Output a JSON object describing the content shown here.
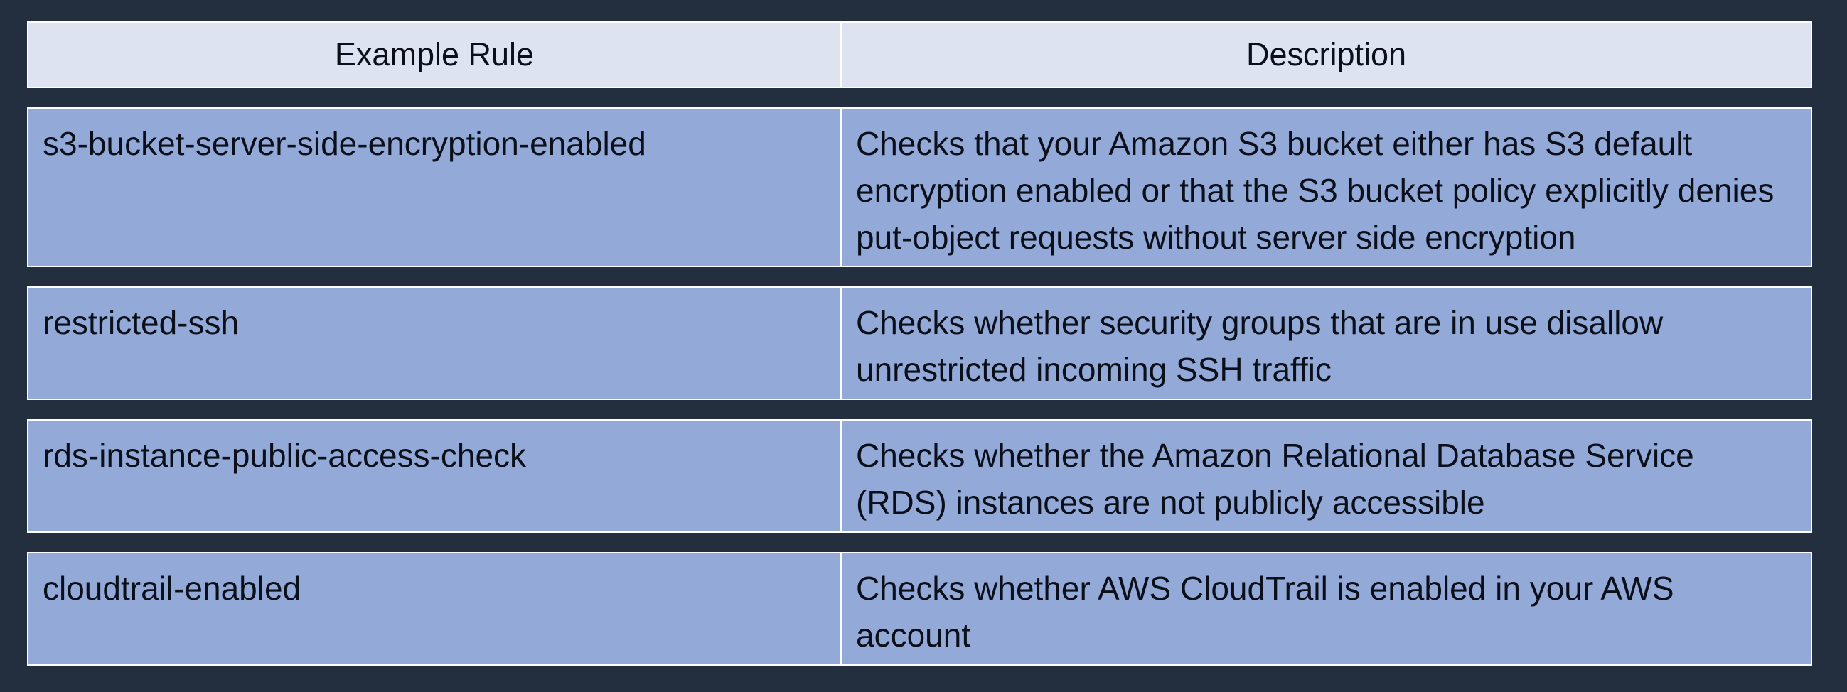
{
  "table": {
    "headers": [
      "Example Rule",
      "Description"
    ],
    "rows": [
      {
        "rule": "s3-bucket-server-side-encryption-enabled",
        "description": "Checks that your Amazon S3 bucket either has S3 default encryption enabled or that the S3 bucket policy explicitly denies put-object requests without server side encryption"
      },
      {
        "rule": "restricted-ssh",
        "description": "Checks whether security groups that are in use disallow unrestricted incoming SSH traffic"
      },
      {
        "rule": "rds-instance-public-access-check",
        "description": "Checks whether the Amazon Relational Database Service (RDS) instances are not publicly accessible"
      },
      {
        "rule": "cloudtrail-enabled",
        "description": "Checks whether AWS CloudTrail is enabled in your AWS account"
      }
    ]
  }
}
